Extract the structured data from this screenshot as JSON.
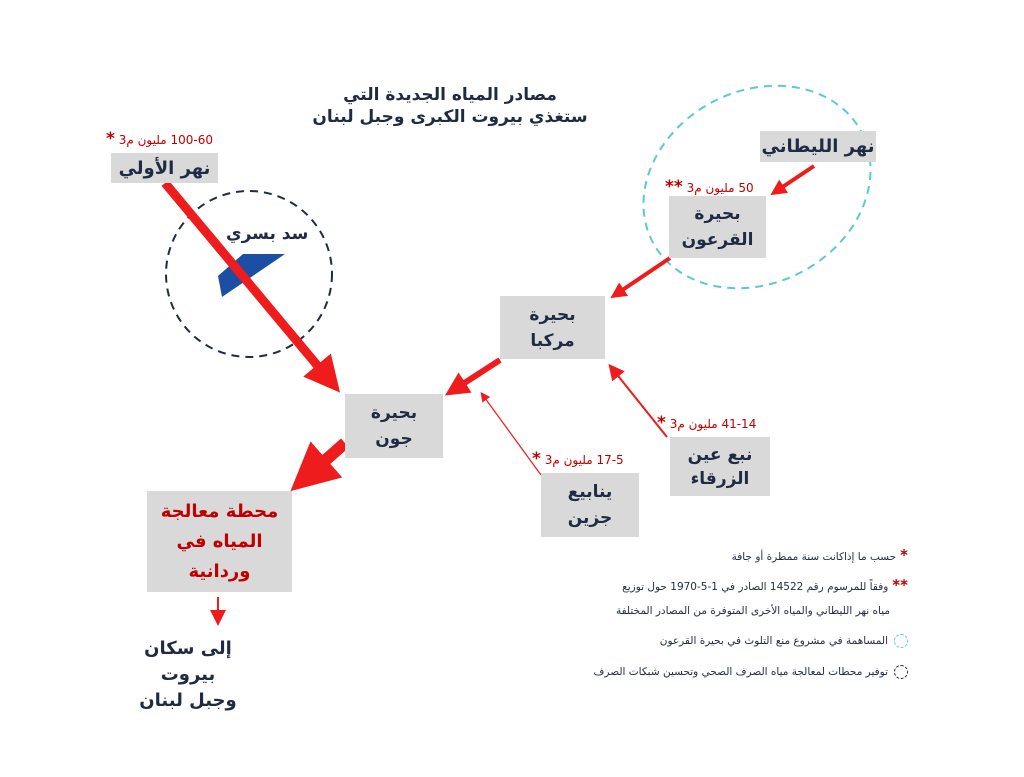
{
  "title": {
    "line1": "مصادر المياه الجديدة التي",
    "line2": "ستغذي بيروت الكبرى وجبل لبنان"
  },
  "nodes": {
    "awali": "نهر الأولي",
    "litani": "نهر الليطاني",
    "qaraoun_1": "بحيرة",
    "qaraoun_2": "القرعون",
    "markaba_1": "بحيرة",
    "markaba_2": "مركبا",
    "joun_1": "بحيرة",
    "joun_2": "جون",
    "zarqa_1": "نبع عين",
    "zarqa_2": "الزرقاء",
    "jezzine_1": "ينابيع",
    "jezzine_2": "جزين",
    "plant_1": "محطة معالجة",
    "plant_2": "المياه في وردانية",
    "dam": "سد بسري"
  },
  "flows": {
    "awali": "100-60 مليون م3",
    "litani": "50 مليون م3",
    "zarqa": "41-14 مليون م3",
    "jezzine": "17-5 مليون م3",
    "star": "*",
    "double_star": "**"
  },
  "destination": {
    "line1": "إلى سكان بيروت",
    "line2": "وجبل لبنان"
  },
  "legend": {
    "note1": "حسب ما إذاكانت سنة ممطرة أو جافة",
    "note2": "وفقاً للمرسوم رقم 14522 الصادر في 1-5-1970 حول توزيع",
    "note2b": "مياه نهر  الليطاني والمياه الأخرى المتوفرة من المصادر المختلفة",
    "note3": "المساهمة في مشروع منع التلوث في بحيرة القرعون",
    "note4": "توفير محطات لمعالجة مياه الصرف الصحي وتحسين شبكات الصرف"
  },
  "colors": {
    "arrow": "#ee1c1c",
    "box": "#d9d9d9",
    "text_dark": "#1f2a44",
    "text_red": "#c00000",
    "dam": "#1c4fa3",
    "circle_blue": "#5bc8d8",
    "circle_dark": "#1f2a44"
  },
  "icons": [
    "dam-icon",
    "dashed-circle-icon"
  ]
}
